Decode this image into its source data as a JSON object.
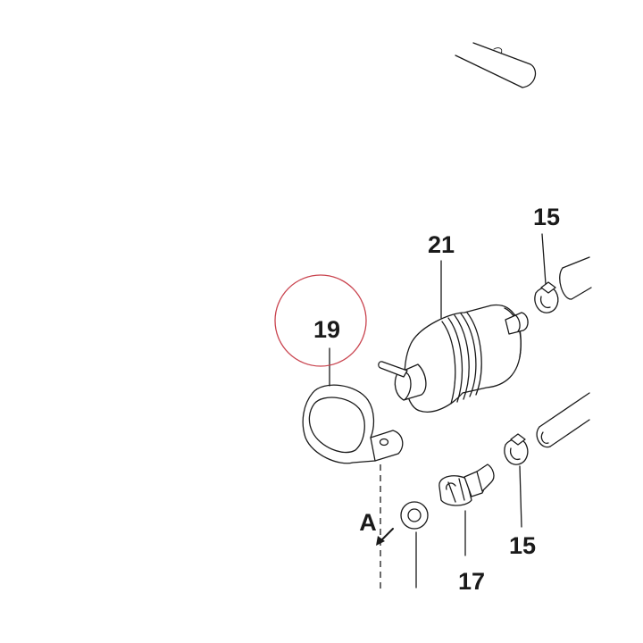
{
  "labels": {
    "part_15_top": "15",
    "part_15_bottom": "15",
    "part_21": "21",
    "part_19": "19",
    "part_17": "17",
    "view_a": "A"
  },
  "colors": {
    "highlight_ring": "#c9434e",
    "line": "#1a1a1a",
    "background": "#ffffff"
  },
  "highlighted_part": "19"
}
